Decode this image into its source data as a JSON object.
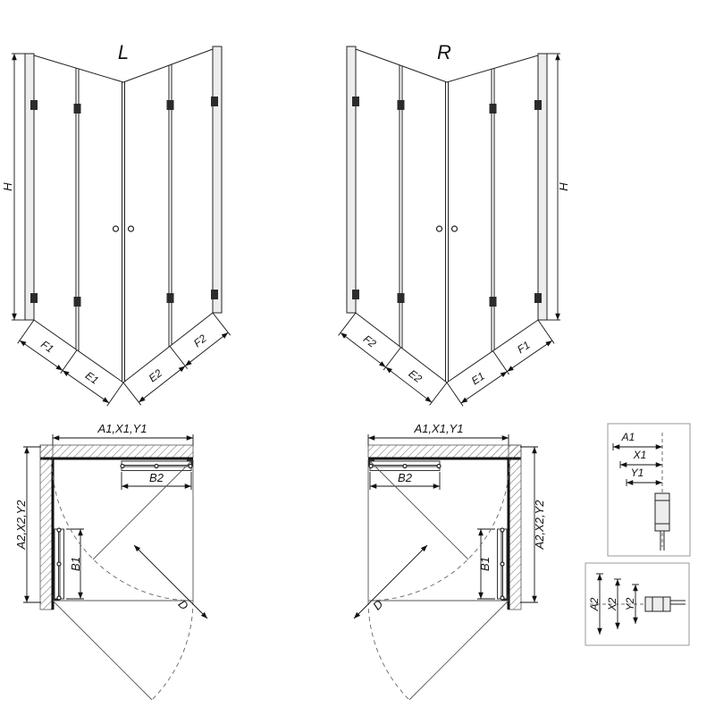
{
  "diagram": {
    "iso_left": {
      "variant_label": "L",
      "height_label": "H",
      "dim_f1": "F1",
      "dim_e1": "E1",
      "dim_e2": "E2",
      "dim_f2": "F2"
    },
    "iso_right": {
      "variant_label": "R",
      "height_label": "H",
      "dim_f2": "F2",
      "dim_e2": "E2",
      "dim_e1": "E1",
      "dim_f1": "F1"
    },
    "plan_left": {
      "dim_width": "A1,X1,Y1",
      "dim_depth": "A2,X2,Y2",
      "dim_b2": "B2",
      "dim_b1": "B1",
      "dim_d": "D"
    },
    "plan_right": {
      "dim_width": "A1,X1,Y1",
      "dim_depth": "A2,X2,Y2",
      "dim_b2": "B2",
      "dim_b1": "B1",
      "dim_d": "D"
    },
    "detail_width_profile": {
      "dim_a1": "A1",
      "dim_x1": "X1",
      "dim_y1": "Y1"
    },
    "detail_depth_profile": {
      "dim_a2": "A2",
      "dim_x2": "X2",
      "dim_y2": "Y2"
    },
    "colors": {
      "background": "#ffffff",
      "line": "#222222",
      "dash": "#666666",
      "wall_hatch": "#555555",
      "detail_box_border": "#999999"
    }
  }
}
